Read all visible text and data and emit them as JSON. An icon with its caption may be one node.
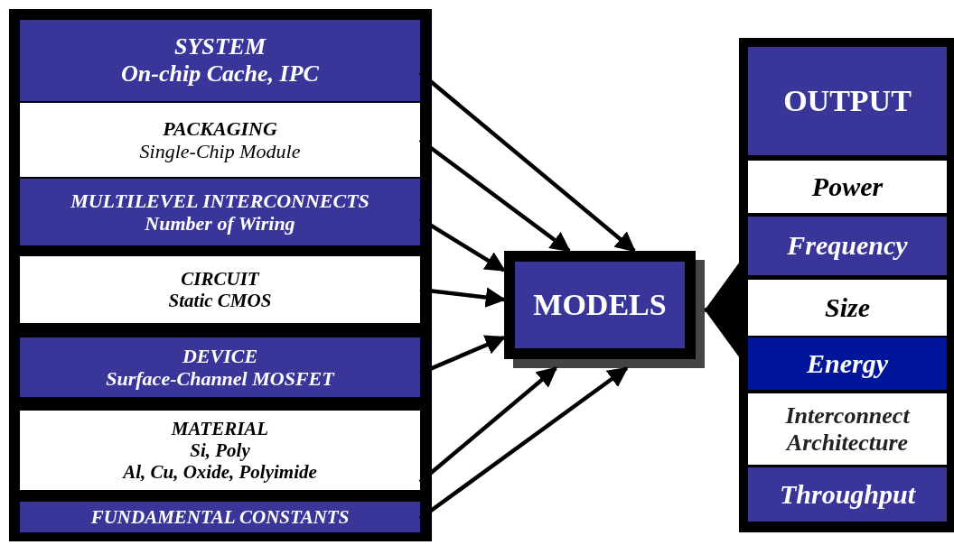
{
  "diagram": {
    "nodes": [
      {
        "text": [],
        "shape": "box"
      },
      {
        "text": [
          "SYSTEM",
          "On-chip Cache, IPC"
        ],
        "in": 0
      },
      {
        "text": [
          "PACKAGING",
          "Single-Chip Module"
        ],
        "in": 0
      },
      {
        "text": [
          "MULTILEVEL INTERCONNECTS",
          "Number of Wiring"
        ],
        "in": 0
      },
      {
        "text": [
          "CIRCUIT",
          "Static CMOS"
        ],
        "in": 0
      },
      {
        "text": [
          "DEVICE",
          "Surface-Channel MOSFET"
        ],
        "in": 0
      },
      {
        "text": [
          "MATERIAL",
          "Si, Poly",
          "Al, Cu, Oxide, Polyimide"
        ],
        "in": 0
      },
      {
        "text": [
          "FUNDAMENTAL CONSTANTS"
        ],
        "in": 0
      },
      {
        "text": [
          "MODELS"
        ]
      },
      {
        "text": [],
        "shape": "box"
      },
      {
        "text": [
          "OUTPUT"
        ],
        "in": 9
      },
      {
        "text": [
          "Power"
        ],
        "in": 9
      },
      {
        "text": [
          "Frequency"
        ],
        "in": 9
      },
      {
        "text": [
          "Size"
        ],
        "in": 9
      },
      {
        "text": [
          "Energy"
        ],
        "in": 9
      },
      {
        "text": [
          "Interconnect Architecture"
        ],
        "in": 9
      },
      {
        "text": [
          "Throughput"
        ],
        "in": 9
      }
    ],
    "edges": [
      {
        "from": 1,
        "to": 8,
        "arrow": "to"
      },
      {
        "from": 2,
        "to": 8,
        "arrow": "to"
      },
      {
        "from": 3,
        "to": 8,
        "arrow": "to"
      },
      {
        "from": 4,
        "to": 8,
        "arrow": "to"
      },
      {
        "from": 5,
        "to": 8,
        "arrow": "to"
      },
      {
        "from": 6,
        "to": 8,
        "arrow": "to"
      },
      {
        "from": 7,
        "to": 8,
        "arrow": "to"
      },
      {
        "from": 9,
        "to": 8,
        "arrow": "to"
      }
    ]
  }
}
